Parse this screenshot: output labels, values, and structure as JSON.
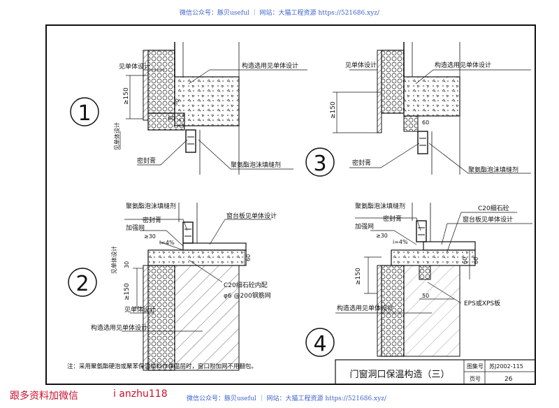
{
  "watermark_top": "微信公众号：豚贝useful ｜ 网站：大猫工程资源 https://521686.xyz/",
  "watermark_bottom": "微信公众号：豚贝useful ｜ 网站：大猫工程资源 https://521686.xyz/",
  "promo": {
    "text_cn": "跟多资料加微信",
    "wechat_id": "i anzhu118"
  },
  "details": [
    {
      "number": "1",
      "labels": {
        "see_design": "见单体设计",
        "structure": "构造选用见单体设计",
        "dim_150": "≥150",
        "dim_60": "60",
        "dim_60b": "60",
        "see_design_v": "见单体设计",
        "sealant": "密封膏",
        "foam": "聚氨酯泡沫填缝剂"
      }
    },
    {
      "number": "3",
      "labels": {
        "see_design": "见单体设计",
        "structure": "构造选用见单体设计",
        "dim_150": "≥150",
        "dim_60": "60",
        "sealant": "密封膏",
        "foam": "聚氨酯泡沫填缝剂"
      }
    },
    {
      "number": "2",
      "labels": {
        "foam": "聚氨酯泡沫填缝剂",
        "sealant": "密封膏",
        "mesh": "加强网",
        "sill": "窗台板见单体设计",
        "dim_30": "≥30",
        "slope": "i=4%",
        "see_design_v": "见单体设计",
        "dim_30b": "30",
        "dim_150": "≥150",
        "dim_60": "60",
        "concrete": "C20细石砼内配",
        "rebar": "φ6 @200钢筋网",
        "see_design": "见单体设计",
        "structure": "构造选用见单体设计"
      }
    },
    {
      "number": "4",
      "labels": {
        "foam": "聚氨酯泡沫填缝剂",
        "concrete": "C20细石砼",
        "sealant": "密封膏",
        "mesh": "加强网",
        "sill": "窗台板见单体设计",
        "dim_30": "≥30",
        "slope": "i=4%",
        "dim_150": "≥150",
        "dim_60": "60",
        "dim_60b": "60",
        "dim_50": "50",
        "board": "EPS或XPS板",
        "structure": "构造选用见单体设计"
      }
    }
  ],
  "note": "注：采用聚氨酯硬泡或聚苯保温浆料作保温层时，窗口附加网不用翻包。",
  "title_block": {
    "title": "门窗洞口保温构造（三）",
    "atlas_label": "图集号",
    "atlas_value": "苏J2002-115",
    "page_label": "页号",
    "page_value": "26"
  }
}
